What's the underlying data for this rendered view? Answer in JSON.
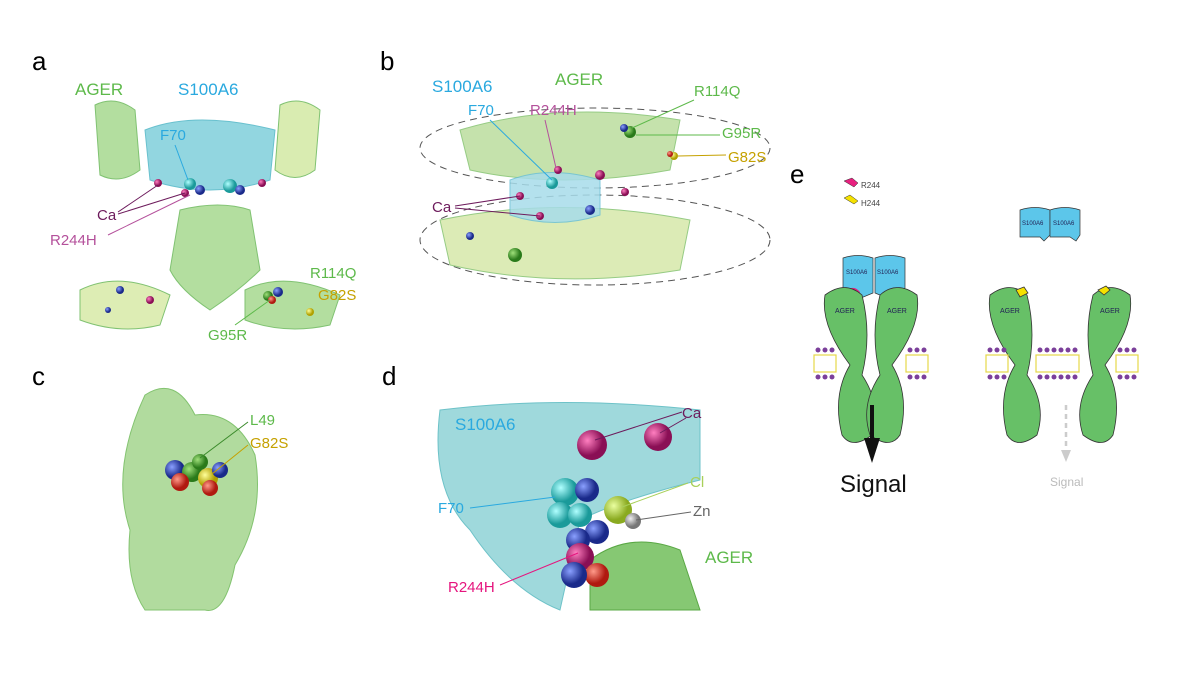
{
  "colors": {
    "ager": "#5db94a",
    "s100a6": "#2aa9df",
    "r244h_a": "#b4509b",
    "r244h_d": "#e5157e",
    "g82s": "#c5a100",
    "ca": "#6d1b5c",
    "cl": "#a9d05a",
    "zn": "#666666",
    "r244_marker": "#e8207f",
    "h244_marker": "#f5e100"
  },
  "panel_a": {
    "letter": "a",
    "ager": "AGER",
    "s100a6": "S100A6",
    "f70": "F70",
    "ca": "Ca",
    "r244h": "R244H",
    "r114q": "R114Q",
    "g82s": "G82S",
    "g95r": "G95R"
  },
  "panel_b": {
    "letter": "b",
    "s100a6": "S100A6",
    "ager": "AGER",
    "f70": "F70",
    "r244h": "R244H",
    "r114q": "R114Q",
    "g95r": "G95R",
    "g82s": "G82S",
    "ca": "Ca"
  },
  "panel_c": {
    "letter": "c",
    "l49": "L49",
    "g82s": "G82S"
  },
  "panel_d": {
    "letter": "d",
    "s100a6": "S100A6",
    "ca": "Ca",
    "cl": "Cl",
    "f70": "F70",
    "zn": "Zn",
    "ager": "AGER",
    "r244h": "R244H"
  },
  "panel_e": {
    "letter": "e",
    "legend_r244": "R244",
    "legend_h244": "H244",
    "s100a6": "S100A6",
    "ager": "AGER",
    "signal_active": "Signal",
    "signal_inactive": "Signal"
  }
}
